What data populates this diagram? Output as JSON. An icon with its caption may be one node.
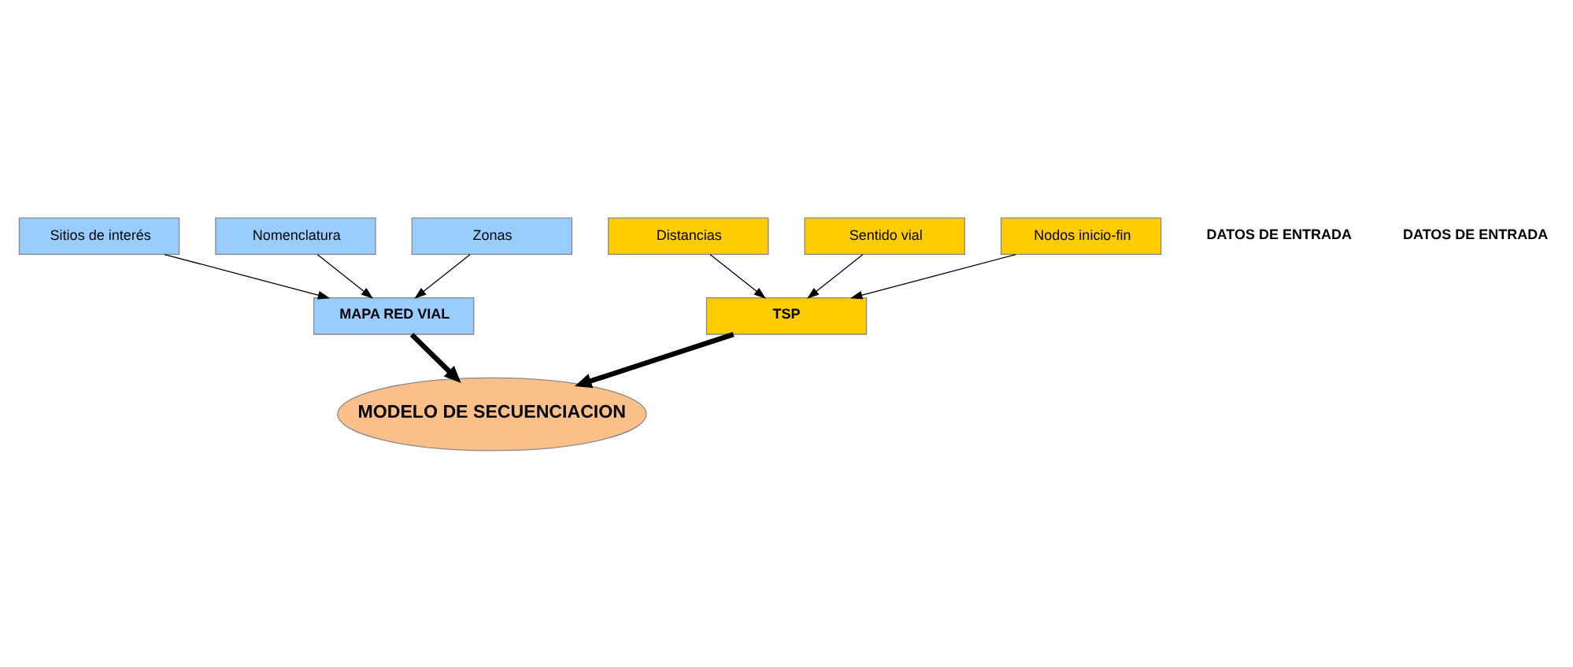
{
  "diagram": {
    "nodes": [
      {
        "text": [
          "TSP"
        ]
      },
      {
        "text": [
          "MODELO DE SECUENCIACION"
        ]
      },
      {
        "text": [
          "Sitios de interés"
        ]
      },
      {
        "text": [
          "Nomenclatura"
        ]
      },
      {
        "text": [
          "Zonas"
        ]
      },
      {
        "text": [
          "MAPA RED VIAL"
        ]
      },
      {
        "text": [
          "Distancias"
        ]
      },
      {
        "text": [
          "Sentido vial"
        ]
      },
      {
        "text": [
          "Nodos inicio-fin"
        ]
      }
    ],
    "edges": [
      {
        "from": 0,
        "to": 1,
        "arrow": "to",
        "style": "thick"
      },
      {
        "from": 5,
        "to": 1,
        "arrow": "to",
        "style": "thick"
      },
      {
        "from": 2,
        "to": 5,
        "arrow": "to"
      },
      {
        "from": 3,
        "to": 5,
        "arrow": "to"
      },
      {
        "from": 4,
        "to": 5,
        "arrow": "to"
      },
      {
        "from": 6,
        "to": 0,
        "arrow": "to"
      },
      {
        "from": 7,
        "to": 0,
        "arrow": "to"
      },
      {
        "from": 8,
        "to": 0,
        "arrow": "to"
      }
    ],
    "labels": [
      "DATOS DE ENTRADA",
      "DATOS DE ENTRADA"
    ]
  }
}
